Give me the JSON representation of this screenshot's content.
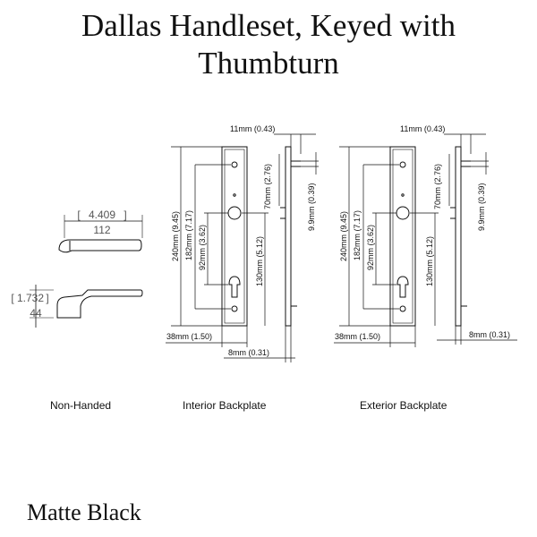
{
  "title": {
    "line1": "Dallas Handleset, Keyed with",
    "line2": "Thumbturn"
  },
  "lever": {
    "length_in": "4.409",
    "length_mm": "112",
    "height_in": "1.732",
    "height_mm": "44"
  },
  "backplate": {
    "total_height": "240mm (9.45)",
    "upper_height": "182mm (7.17)",
    "handle_to_cylinder": "92mm (3.62)",
    "top_offset": "70mm (2.76)",
    "lower_height": "130mm (5.12)",
    "top_margin": "11mm (0.43)",
    "projection": "9.9mm (0.39)",
    "width": "38mm (1.50)",
    "thickness": "8mm (0.31)"
  },
  "captions": {
    "lever": "Non-Handed",
    "interior": "Interior Backplate",
    "exterior": "Exterior Backplate"
  },
  "finish": "Matte Black"
}
